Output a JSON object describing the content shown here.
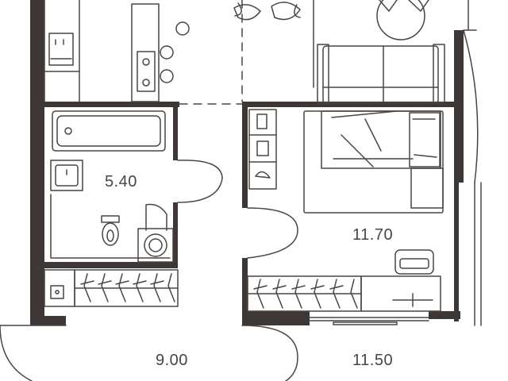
{
  "plan": {
    "wall_color": "#3d3836",
    "line_color": "#4a4543",
    "background": "#ffffff",
    "rooms": [
      {
        "id": "bathroom",
        "area": "5.40"
      },
      {
        "id": "bedroom",
        "area": "11.70"
      },
      {
        "id": "hall",
        "area": "9.00"
      },
      {
        "id": "balcony-room",
        "area": "11.50"
      }
    ],
    "fixtures": [
      "bathtub-icon",
      "sink-icon",
      "toilet-icon",
      "washing-machine-icon",
      "wardrobe-icon",
      "bed-icon",
      "sofa-icon",
      "desk-icon",
      "chair-icon",
      "kitchen-counter-icon",
      "stove-icon",
      "plant-icon",
      "window-icon"
    ]
  }
}
